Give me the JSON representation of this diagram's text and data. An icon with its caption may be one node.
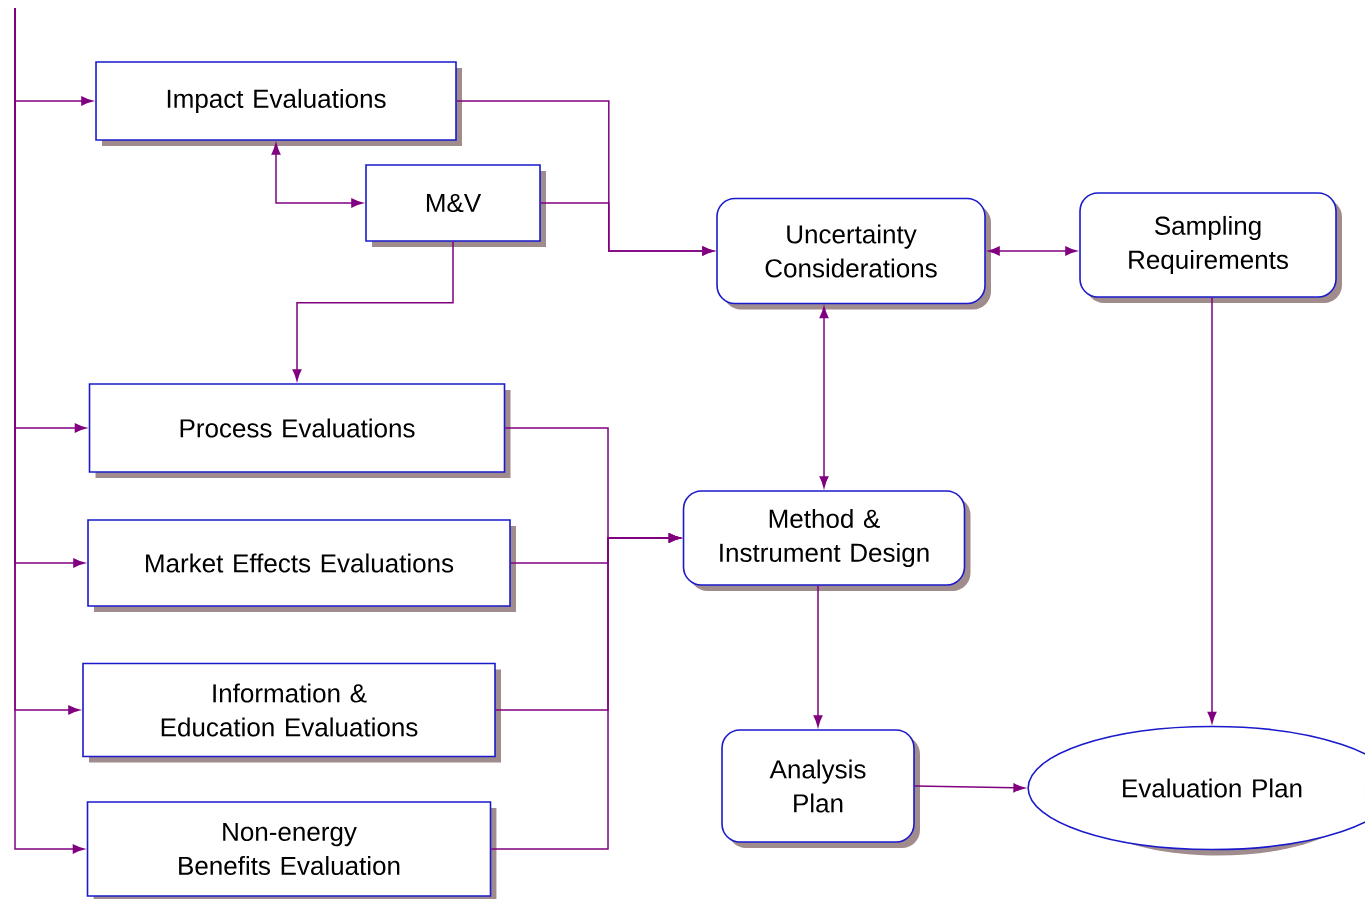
{
  "diagram": {
    "nodes": [
      {
        "text": [
          "Impact Evaluations"
        ]
      },
      {
        "text": [
          "M&V"
        ]
      },
      {
        "text": [
          "Process Evaluations"
        ]
      },
      {
        "text": [
          "Market Effects Evaluations"
        ]
      },
      {
        "text": [
          "Information & Education Evaluations"
        ]
      },
      {
        "text": [
          "Non-energy Benefits Evaluation"
        ]
      },
      {
        "text": [
          "Uncertainty Considerations"
        ]
      },
      {
        "text": [
          "Sampling Requirements"
        ]
      },
      {
        "text": [
          "Method & Instrument Design"
        ]
      },
      {
        "text": [
          "Analysis Plan"
        ]
      },
      {
        "text": [
          "Evaluation Plan"
        ]
      }
    ],
    "edges": [
      {
        "from": null,
        "to": 0,
        "arrow": "to"
      },
      {
        "from": null,
        "to": 2,
        "arrow": "to"
      },
      {
        "from": null,
        "to": 3,
        "arrow": "to"
      },
      {
        "from": null,
        "to": 4,
        "arrow": "to"
      },
      {
        "from": null,
        "to": 5,
        "arrow": "to"
      },
      {
        "from": 0,
        "to": 1,
        "arrow": "both"
      },
      {
        "from": 1,
        "to": 2,
        "arrow": "to"
      },
      {
        "from": 0,
        "to": 6,
        "arrow": "to"
      },
      {
        "from": 1,
        "to": 6,
        "arrow": "to"
      },
      {
        "from": 2,
        "to": 8,
        "arrow": "to"
      },
      {
        "from": 3,
        "to": 8,
        "arrow": "to"
      },
      {
        "from": 4,
        "to": 8,
        "arrow": "to"
      },
      {
        "from": 5,
        "to": 8,
        "arrow": "to"
      },
      {
        "from": 6,
        "to": 7,
        "arrow": "both"
      },
      {
        "from": 6,
        "to": 8,
        "arrow": "both"
      },
      {
        "from": 8,
        "to": 9,
        "arrow": "to"
      },
      {
        "from": 7,
        "to": 10,
        "arrow": "to"
      },
      {
        "from": 9,
        "to": 10,
        "arrow": "to"
      }
    ]
  }
}
